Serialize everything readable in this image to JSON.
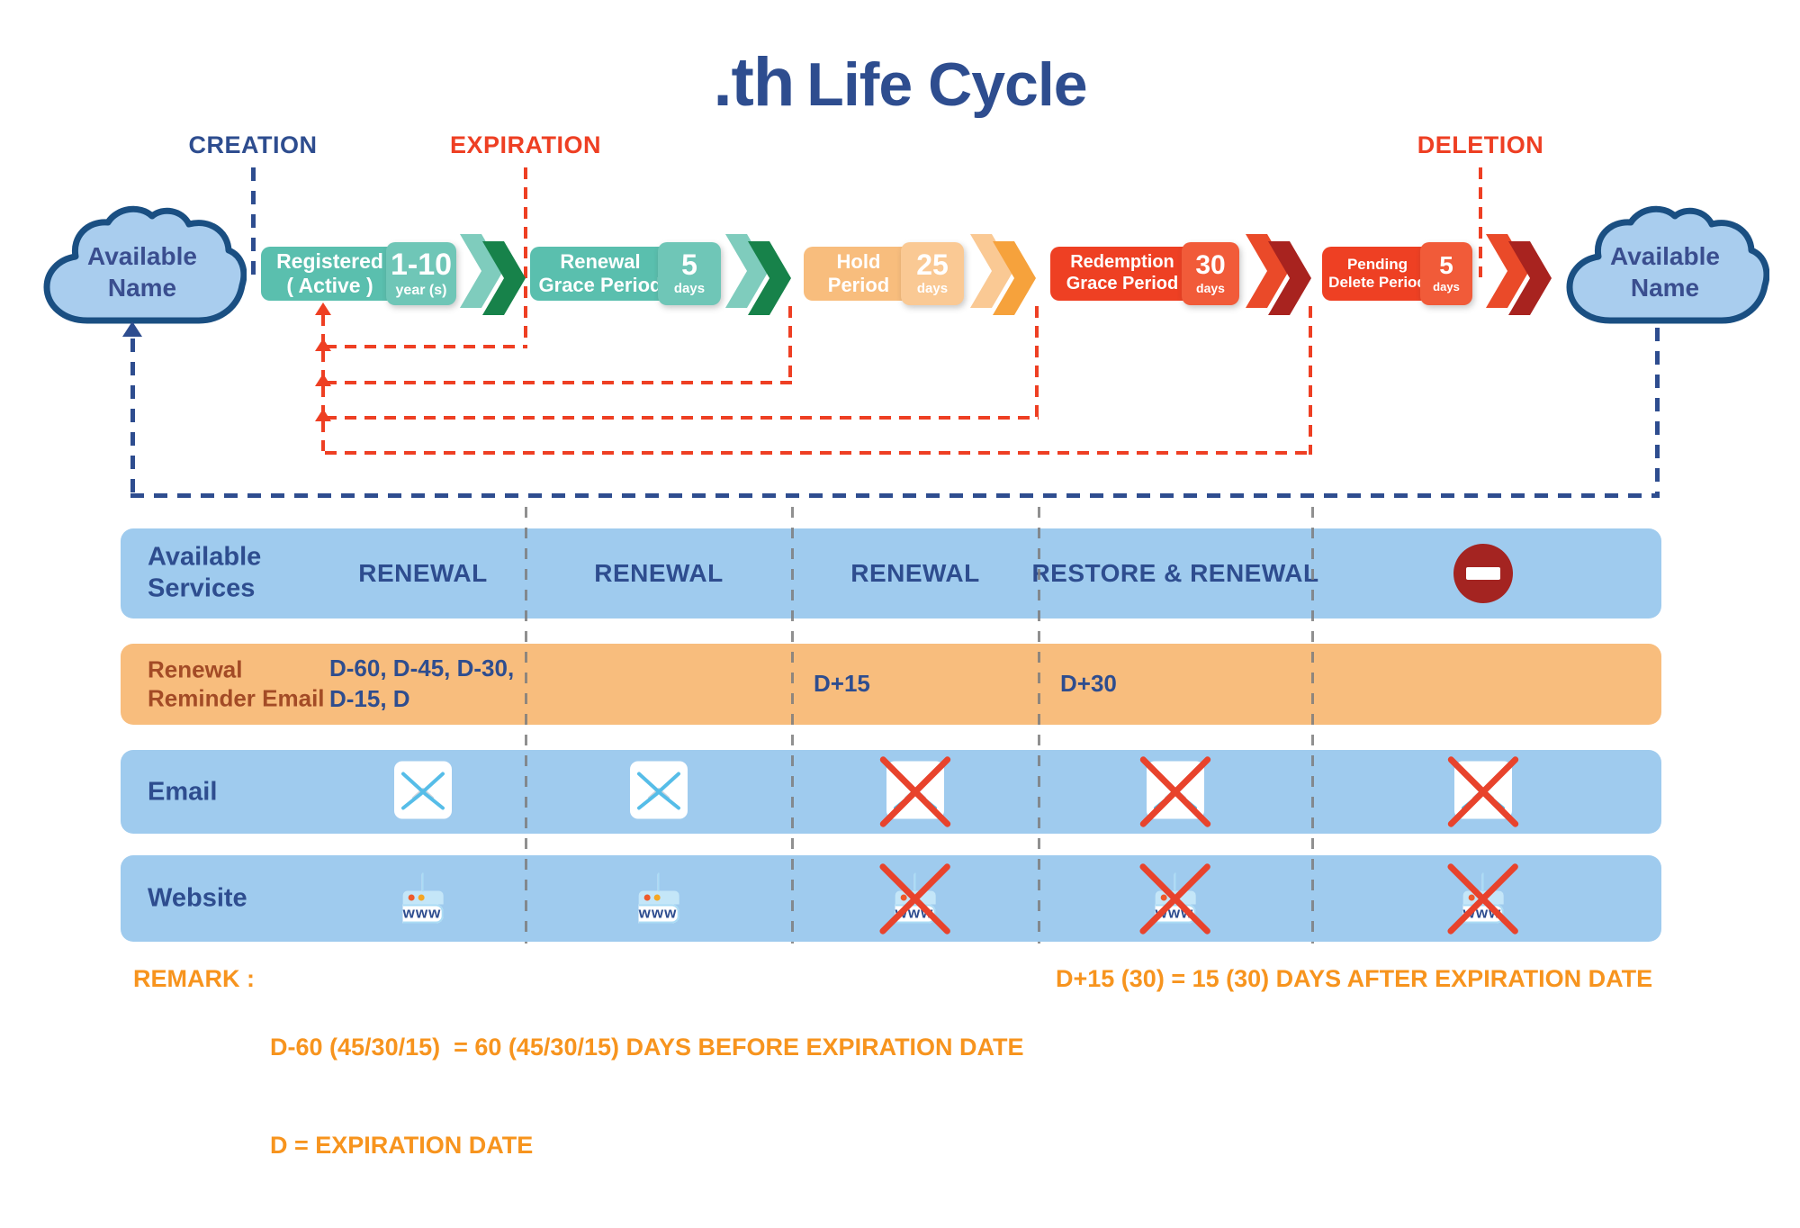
{
  "title": {
    "tld": ".th",
    "text": "Life Cycle"
  },
  "milestones": {
    "creation": "CREATION",
    "expiration": "EXPIRATION",
    "deletion": "DELETION"
  },
  "cloud_left": {
    "line1": "Available",
    "line2": "Name"
  },
  "cloud_right": {
    "line1": "Available",
    "line2": "Name"
  },
  "stages": [
    {
      "line1": "Registered",
      "line2": "( Active )",
      "value": "1-10",
      "unit": "year (s)",
      "theme": "teal"
    },
    {
      "line1": "Renewal",
      "line2": "Grace Period",
      "value": "5",
      "unit": "days",
      "theme": "teal"
    },
    {
      "line1": "Hold",
      "line2": "Period",
      "value": "25",
      "unit": "days",
      "theme": "orange"
    },
    {
      "line1": "Redemption",
      "line2": "Grace Period",
      "value": "30",
      "unit": "days",
      "theme": "red"
    },
    {
      "line1": "Pending",
      "line2": "Delete Period",
      "value": "5",
      "unit": "days",
      "theme": "red"
    }
  ],
  "table": {
    "row_services": {
      "label_line1": "Available",
      "label_line2": "Services",
      "col1": "RENEWAL",
      "col2": "RENEWAL",
      "col3": "RENEWAL",
      "col4": "RESTORE & RENEWAL",
      "col5_icon": "no-entry-icon"
    },
    "row_reminder": {
      "label_line1": "Renewal",
      "label_line2": "Reminder Email",
      "col1_line1": "D-60, D-45, D-30,",
      "col1_line2": "D-15, D",
      "col2": "",
      "col3": "D+15",
      "col4": "D+30",
      "col5": ""
    },
    "row_email": {
      "label": "Email",
      "cells": [
        "envelope",
        "envelope",
        "envelope-crossed",
        "envelope-crossed",
        "envelope-crossed"
      ]
    },
    "row_website": {
      "label": "Website",
      "www": "www",
      "cells": [
        "browser",
        "browser",
        "browser-crossed",
        "browser-crossed",
        "browser-crossed"
      ]
    }
  },
  "remark": {
    "heading": "REMARK :",
    "line1": "D-60 (45/30/15)  = 60 (45/30/15) DAYS BEFORE EXPIRATION DATE",
    "line2": "D = EXPIRATION DATE",
    "right": "D+15 (30) = 15 (30) DAYS AFTER EXPIRATION DATE"
  },
  "colors": {
    "navy": "#2e4d8f",
    "red": "#ee3f23",
    "teal_main": "#5abfae",
    "teal_sub": "#6fc6b7",
    "chevron_green_dark": "#17824a",
    "orange_main": "#f8bd7d",
    "orange_sub": "#fac994",
    "chevron_orange_dark": "#f6a23c",
    "red_box": "#ee4023",
    "chevron_red_dark": "#a8231f",
    "table_blue_row": "#9fcbee",
    "cloud_fill": "#a9cdee",
    "cloud_border": "#1a4f82",
    "reminder_label": "#a34b26",
    "remark_orange": "#f7941e",
    "no_entry_red": "#a42421"
  }
}
